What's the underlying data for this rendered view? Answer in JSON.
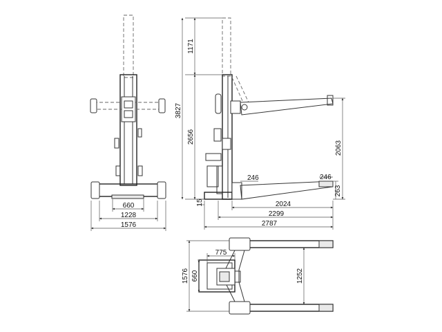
{
  "dimensions": {
    "front_660": "660",
    "front_1228": "1228",
    "front_1576": "1576",
    "side_1171": "1171",
    "side_3827": "3827",
    "side_2656": "2656",
    "side_2063": "2063",
    "side_246_left": "246",
    "side_246_right": "246",
    "side_263": "263",
    "side_15": "15",
    "side_2024": "2024",
    "side_2299": "2299",
    "side_2787": "2787",
    "top_775": "775",
    "top_1576": "1576",
    "top_660": "660",
    "top_1252": "1252"
  }
}
